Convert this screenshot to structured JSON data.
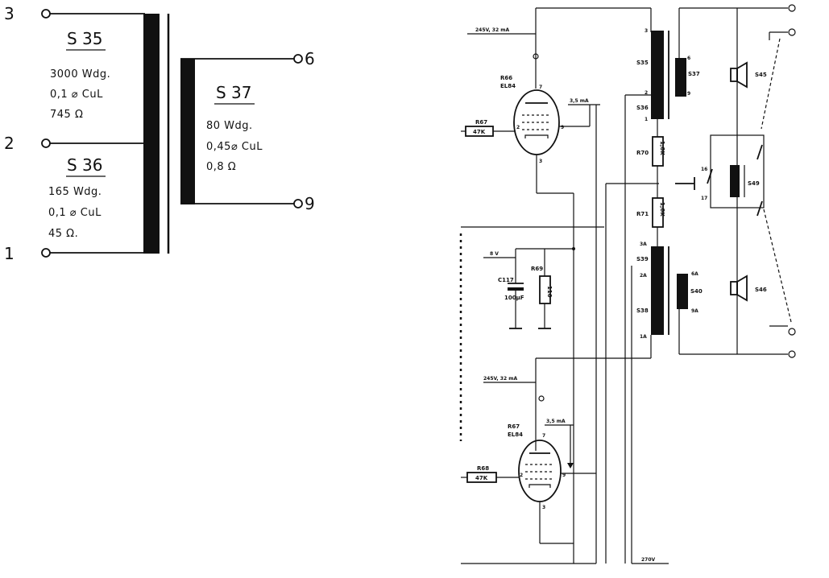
{
  "left_diagram": {
    "terminals": {
      "t3": "3",
      "t2": "2",
      "t1": "1",
      "t6": "6",
      "t9": "9"
    },
    "s35": {
      "name": "S 35",
      "turns": "3000 Wdg.",
      "wire": "0,1 ⌀ CuL",
      "resistance": "745 Ω"
    },
    "s36": {
      "name": "S 36",
      "turns": "165 Wdg.",
      "wire": "0,1 ⌀ CuL",
      "resistance": "45 Ω."
    },
    "s37": {
      "name": "S 37",
      "turns": "80 Wdg.",
      "wire": "0,45⌀ CuL",
      "resistance": "0,8 Ω"
    }
  },
  "schematic": {
    "upper_tube": {
      "ref": "R66",
      "type": "EL84",
      "supply": "245V, 32 mA",
      "screen_current": "3,5 mA",
      "pin_anode": "7",
      "pin_grid": "2",
      "pin_screen": "9",
      "pin_cathode": "3"
    },
    "lower_tube": {
      "ref": "R67",
      "type": "EL84",
      "supply": "245V, 32 mA",
      "screen_current": "3,5 mA",
      "pin_anode": "7",
      "pin_grid": "2",
      "pin_screen": "9",
      "pin_cathode": "3"
    },
    "r67_grid": {
      "ref": "R67",
      "value": "47K"
    },
    "r68_grid": {
      "ref": "R68",
      "value": "47K"
    },
    "r69": {
      "ref": "R69",
      "value": "110"
    },
    "c117": {
      "ref": "C117",
      "value": "100µF"
    },
    "bias": "8 V",
    "r70": {
      "ref": "R70",
      "value": "1,8K"
    },
    "r71": {
      "ref": "R71",
      "value": "1,8K"
    },
    "out_transformer": {
      "s35": "S35",
      "s36": "S36",
      "s37": "S37",
      "s38": "S38",
      "s39": "S39",
      "s40": "S40",
      "pin3": "3",
      "pin2": "2",
      "pin1": "1",
      "pin6": "6",
      "pin9": "9",
      "pin3a": "3A",
      "pin2a": "2A",
      "pin1a": "1A",
      "pin6a": "6A",
      "pin9a": "9A"
    },
    "speakers": {
      "s45": "S45",
      "s46": "S46"
    },
    "switch": {
      "ref": "S49",
      "pin16": "16",
      "pin17": "17"
    },
    "bottom_supply": "270V"
  }
}
